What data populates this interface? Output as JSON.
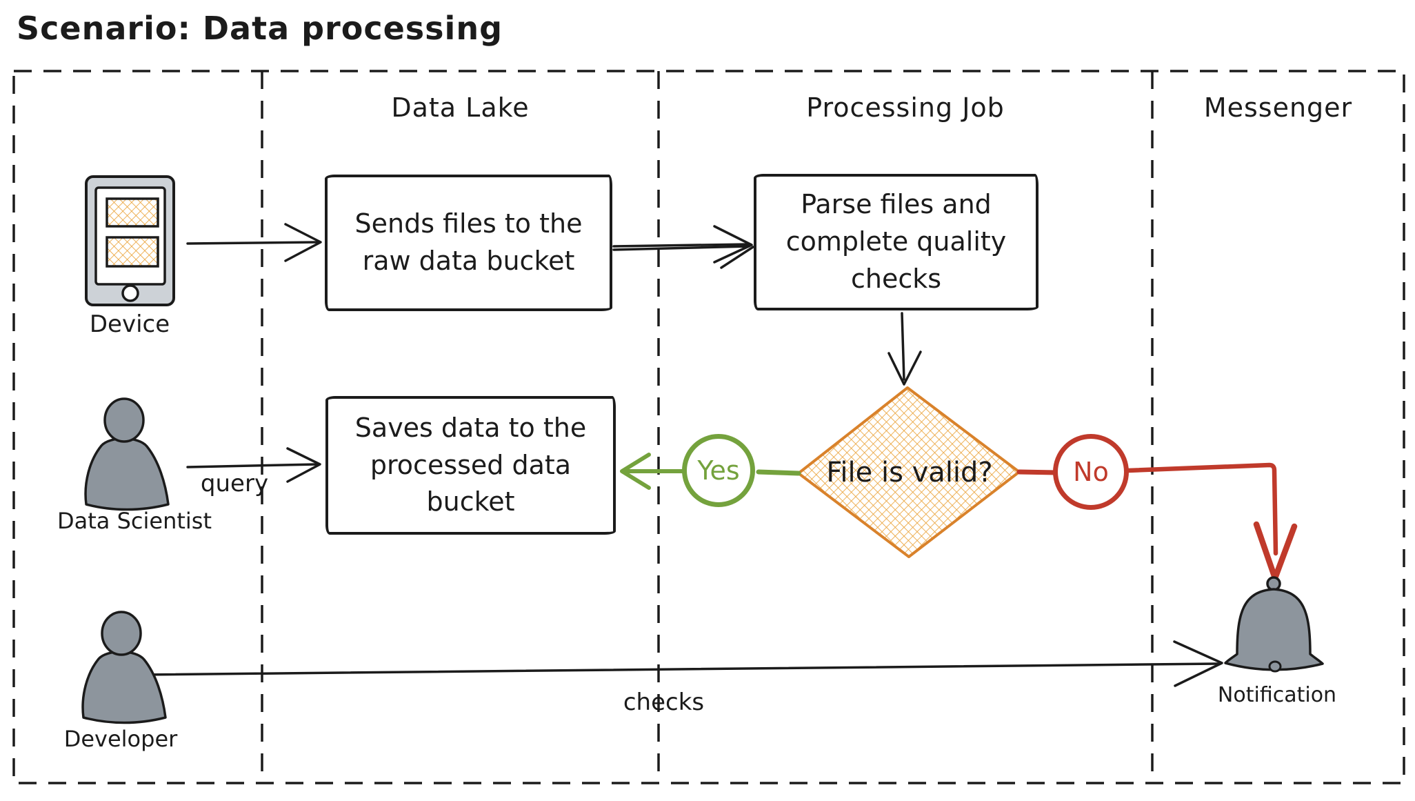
{
  "title": "Scenario: Data processing",
  "lanes": [
    {
      "label": "Data Lake"
    },
    {
      "label": "Processing Job"
    },
    {
      "label": "Messenger"
    }
  ],
  "actors": {
    "device": {
      "label": "Device"
    },
    "data_scientist": {
      "label": "Data Scientist"
    },
    "developer": {
      "label": "Developer"
    }
  },
  "nodes": {
    "send_files": {
      "lines": [
        "Sends files to the",
        "raw data bucket"
      ]
    },
    "parse_files": {
      "lines": [
        "Parse files and",
        "complete quality",
        "checks"
      ]
    },
    "save_data": {
      "lines": [
        "Saves data to the",
        "processed data",
        "bucket"
      ]
    },
    "decision": {
      "text": "File is valid?"
    },
    "yes_badge": {
      "label": "Yes"
    },
    "no_badge": {
      "label": "No"
    },
    "notification": {
      "label": "Notification"
    }
  },
  "edges": {
    "query": {
      "label": "query"
    },
    "checks": {
      "label": "checks"
    }
  },
  "icons": [
    "device-phone-icon",
    "person-icon",
    "bell-icon"
  ],
  "colors": {
    "ink": "#1b1b1b",
    "green": "#74a23d",
    "red": "#c03a2b",
    "orange_line": "#eba53e",
    "orange_border": "#d9822b",
    "gray_fill": "#8d959d",
    "phone_gray": "#cdd2d7"
  }
}
